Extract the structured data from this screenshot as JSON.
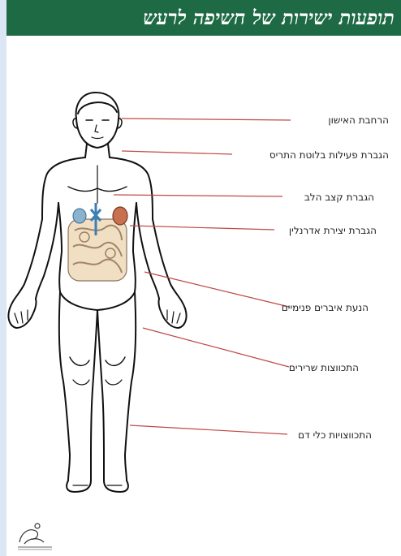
{
  "header": {
    "title": "תופעות ישירות של חשיפה לרעש"
  },
  "labels": [
    "הרחבת האישון",
    "הגברת פעילות בלוטת התריס",
    "הגברת קצב הלב",
    "הגברת יצירת אדרנלין",
    "הנעת איברים פנימיים",
    "התכווצות שרירים",
    "התכווצויות כלי דם"
  ],
  "colors": {
    "banner": "#1d6a44",
    "leader_line": "#c04848",
    "left_band": "#dbe7f4"
  }
}
